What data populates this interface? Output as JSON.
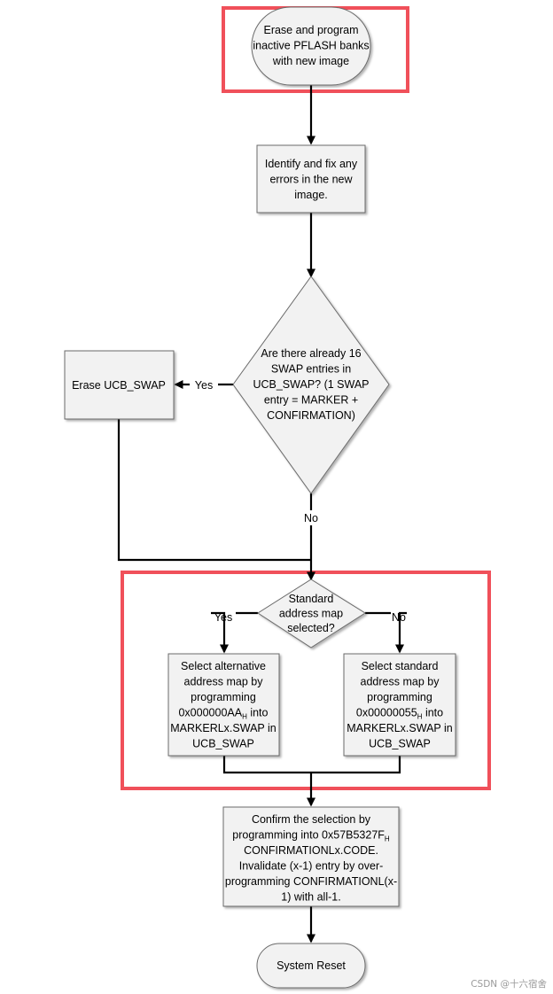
{
  "diagram": {
    "nodes": {
      "start": [
        "Erase and program",
        "inactive PFLASH banks",
        "with new image"
      ],
      "identify": [
        "Identify and fix any",
        "errors in the new",
        "image."
      ],
      "decision16": [
        "Are there already 16",
        "SWAP entries in",
        "UCB_SWAP? (1 SWAP",
        "entry = MARKER +",
        "CONFIRMATION)"
      ],
      "erase_ucb": [
        "Erase UCB_SWAP"
      ],
      "standard_q": [
        "Standard",
        "address map",
        "selected?"
      ],
      "select_alt": [
        [
          "Select alternative"
        ],
        [
          "address map by"
        ],
        [
          "programming"
        ],
        [
          {
            "t": "0x000000AA"
          },
          {
            "t": "H",
            "sub": true
          },
          {
            "t": " into"
          }
        ],
        [
          "MARKERLx.SWAP in"
        ],
        [
          "UCB_SWAP"
        ]
      ],
      "select_std": [
        [
          "Select standard"
        ],
        [
          "address map by"
        ],
        [
          "programming"
        ],
        [
          {
            "t": "0x00000055"
          },
          {
            "t": "H",
            "sub": true
          },
          {
            "t": " into"
          }
        ],
        [
          "MARKERLx.SWAP in"
        ],
        [
          "UCB_SWAP"
        ]
      ],
      "confirm": [
        [
          "Confirm the selection by"
        ],
        [
          {
            "t": "programming into 0x57B5327F"
          },
          {
            "t": "H",
            "sub": true
          }
        ],
        [
          "CONFIRMATIONLx.CODE."
        ],
        [
          "Invalidate (x-1) entry by over-"
        ],
        [
          "programming CONFIRMATIONL(x-"
        ],
        [
          "1) with all-1."
        ]
      ],
      "reset": [
        "System Reset"
      ]
    },
    "edge_labels": {
      "decision16_yes": "Yes",
      "decision16_no": "No",
      "standard_yes": "Yes",
      "standard_no": "No"
    },
    "colors": {
      "highlight": "#f0505a",
      "shape_fill": "#f2f2f2",
      "line": "#000000"
    }
  },
  "watermark": "CSDN @十六宿舍"
}
